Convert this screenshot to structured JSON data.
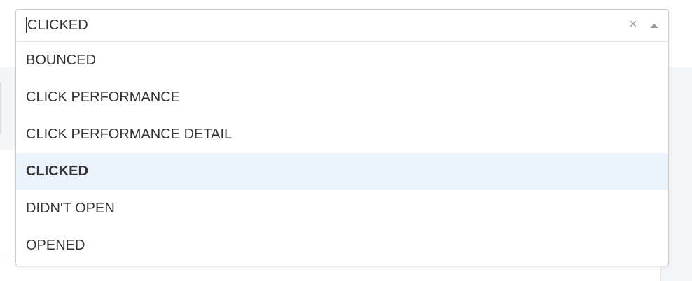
{
  "select": {
    "input_value": "CLICKED",
    "clear_symbol": "×",
    "options": [
      {
        "label": "BOUNCED",
        "selected": false
      },
      {
        "label": "CLICK PERFORMANCE",
        "selected": false
      },
      {
        "label": "CLICK PERFORMANCE DETAIL",
        "selected": false
      },
      {
        "label": "CLICKED",
        "selected": true
      },
      {
        "label": "DIDN'T OPEN",
        "selected": false
      },
      {
        "label": "OPENED",
        "selected": false
      }
    ]
  },
  "icons": {
    "clear": "close-icon",
    "toggle": "caret-up-icon"
  },
  "colors": {
    "highlight": "#ebf4fd",
    "border": "#c9cdd1",
    "text": "#333333",
    "muted": "#999999"
  }
}
